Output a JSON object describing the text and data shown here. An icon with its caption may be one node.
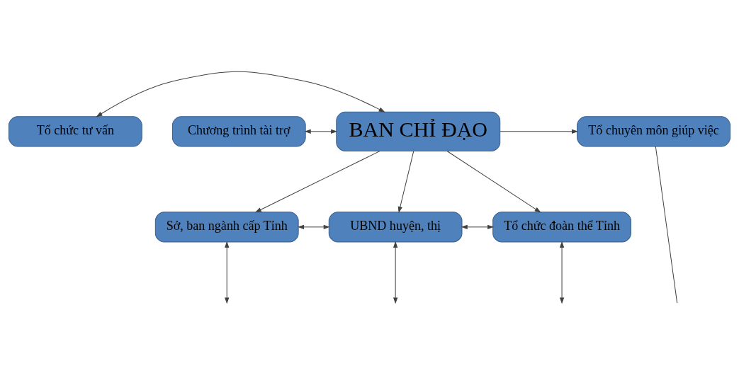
{
  "diagram": {
    "nodes": [
      {
        "text": [
          "Tổ chức tư vấn"
        ]
      },
      {
        "text": [
          "Chương trình tài trợ"
        ]
      },
      {
        "text": [
          "BAN CHỈ ĐẠO"
        ]
      },
      {
        "text": [
          "Tổ chuyên môn giúp việc"
        ]
      },
      {
        "text": [
          "Sở, ban ngành cấp Tỉnh"
        ]
      },
      {
        "text": [
          "UBND huyện, thị"
        ]
      },
      {
        "text": [
          "Tổ chức đoàn thể Tỉnh"
        ]
      }
    ],
    "edges": [
      {
        "from": 0,
        "to": 2,
        "arrow": "both"
      },
      {
        "from": 1,
        "to": 2,
        "arrow": "both"
      },
      {
        "from": 2,
        "to": 3,
        "arrow": "to"
      },
      {
        "from": 2,
        "to": 4,
        "arrow": "to"
      },
      {
        "from": 2,
        "to": 5,
        "arrow": "to"
      },
      {
        "from": 2,
        "to": 6,
        "arrow": "to"
      },
      {
        "from": 4,
        "to": 5,
        "arrow": "both"
      },
      {
        "from": 5,
        "to": 6,
        "arrow": "both"
      },
      {
        "from": 4,
        "to": null,
        "arrow": "both"
      },
      {
        "from": 5,
        "to": null,
        "arrow": "both"
      },
      {
        "from": 6,
        "to": null,
        "arrow": "both"
      },
      {
        "from": 3,
        "to": null,
        "arrow": "none"
      }
    ]
  }
}
